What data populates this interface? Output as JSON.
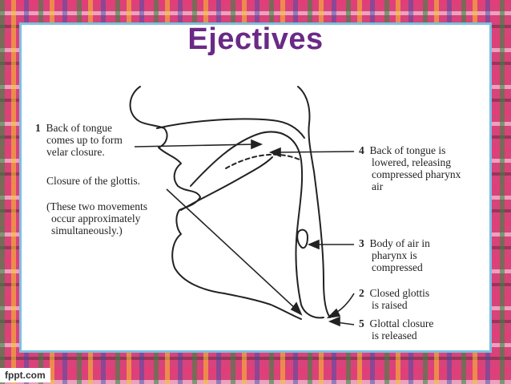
{
  "slide": {
    "title": "Ejectives",
    "footer": "fppt.com"
  },
  "labels": {
    "l1": {
      "number": "1",
      "lines": [
        "Back of tongue",
        "comes up to form",
        "velar closure."
      ]
    },
    "closure": {
      "lines": [
        "Closure of the glottis."
      ]
    },
    "note": {
      "lines": [
        "(These two movements",
        "occur approximately",
        "simultaneously.)"
      ]
    },
    "l4": {
      "number": "4",
      "lines": [
        "Back of tongue is",
        "lowered, releasing",
        "compressed pharynx",
        "air"
      ]
    },
    "l3": {
      "number": "3",
      "lines": [
        "Body of air in",
        "pharynx is",
        "compressed"
      ]
    },
    "l2": {
      "number": "2",
      "lines": [
        "Closed glottis",
        "is raised"
      ]
    },
    "l5": {
      "number": "5",
      "lines": [
        "Glottal closure",
        "is released"
      ]
    }
  }
}
